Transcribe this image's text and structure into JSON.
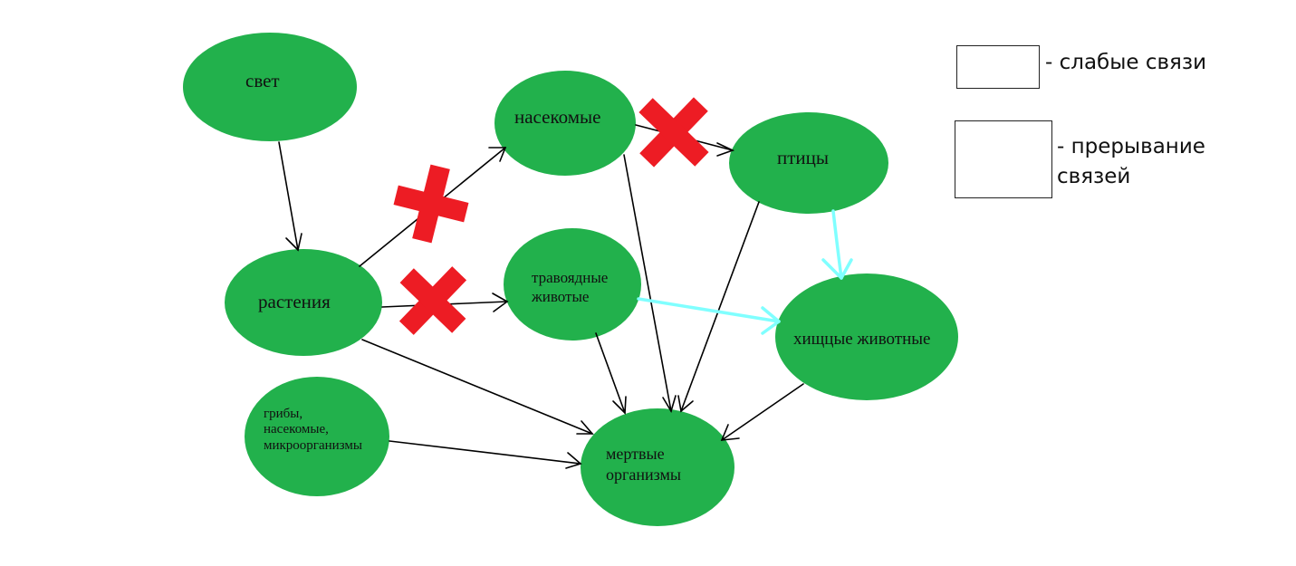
{
  "diagram": {
    "nodes": {
      "light": "свет",
      "plants": "растения",
      "insects": "насекомые",
      "birds": "птицы",
      "herbivores": "травоядные\nживотые",
      "predators": "хищцые животные",
      "decomposers": "грибы,\nнасекомые,\nмикроорганизмы",
      "dead": "мертвые\nорганизмы"
    },
    "edges": [
      {
        "from": "light",
        "to": "plants",
        "kind": "normal"
      },
      {
        "from": "plants",
        "to": "insects",
        "kind": "normal",
        "broken": true
      },
      {
        "from": "plants",
        "to": "herbivores",
        "kind": "normal",
        "broken": true
      },
      {
        "from": "plants",
        "to": "dead",
        "kind": "normal"
      },
      {
        "from": "insects",
        "to": "birds",
        "kind": "normal",
        "broken": true
      },
      {
        "from": "insects",
        "to": "dead",
        "kind": "normal"
      },
      {
        "from": "herbivores",
        "to": "dead",
        "kind": "normal"
      },
      {
        "from": "herbivores",
        "to": "predators",
        "kind": "weak"
      },
      {
        "from": "birds",
        "to": "predators",
        "kind": "weak"
      },
      {
        "from": "birds",
        "to": "dead",
        "kind": "normal"
      },
      {
        "from": "predators",
        "to": "dead",
        "kind": "normal"
      },
      {
        "from": "decomposers",
        "to": "dead",
        "kind": "normal"
      }
    ]
  },
  "legend": {
    "weak_links": "- слабые связи",
    "broken_links": "- прерывание\nсвязей"
  },
  "colors": {
    "node_fill": "#22b14c",
    "arrow": "#000000",
    "weak_arrow": "#80ffff",
    "cross": "#ed1c24"
  }
}
